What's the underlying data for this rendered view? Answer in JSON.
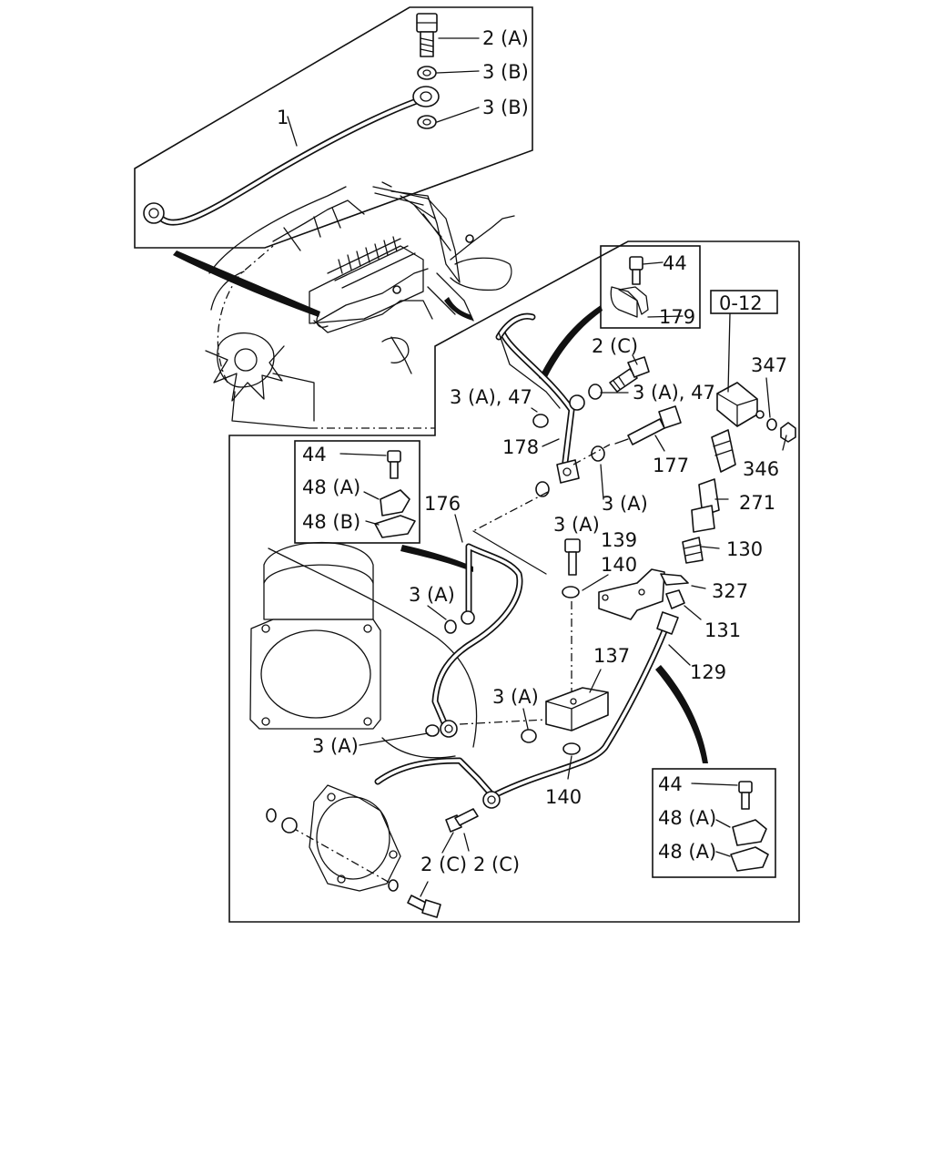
{
  "diagram": {
    "callouts": {
      "c_2a": "2 (A)",
      "c_3b_1": "3 (B)",
      "c_3b_2": "3 (B)",
      "c_1": "1",
      "c_44_top": "44",
      "c_179": "179",
      "c_012": "0-12",
      "c_347": "347",
      "c_2c_top": "2 (C)",
      "c_3a47_left": "3 (A), 47",
      "c_3a47_right": "3 (A), 47",
      "c_178": "178",
      "c_177": "177",
      "c_346": "346",
      "c_3a_mid1": "3 (A)",
      "c_271": "271",
      "c_176": "176",
      "c_3a_mid2": "3 (A)",
      "c_139": "139",
      "c_130": "130",
      "c_140_top": "140",
      "c_327": "327",
      "c_3a_left": "3 (A)",
      "c_131": "131",
      "c_137": "137",
      "c_129": "129",
      "c_3a_block": "3 (A)",
      "c_3a_bottom": "3 (A)",
      "c_140_bottom": "140",
      "c_2c_b1": "2 (C)",
      "c_2c_b2": "2 (C)"
    },
    "inset_upper_left": {
      "l1": "44",
      "l2": "48 (A)",
      "l3": "48 (B)"
    },
    "inset_lower_right": {
      "l1": "44",
      "l2": "48 (A)",
      "l3": "48 (A)"
    }
  }
}
